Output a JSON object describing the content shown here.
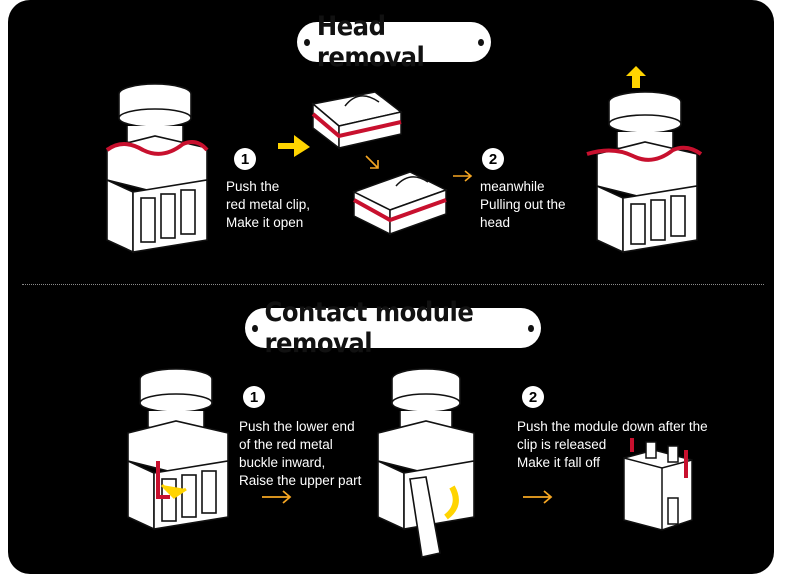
{
  "sections": {
    "head_removal": {
      "title": "Head removal",
      "step1": {
        "number": "1",
        "text": "Push the\nred metal clip,\nMake it open"
      },
      "step2": {
        "number": "2",
        "text": "meanwhile\nPulling out the\nhead"
      }
    },
    "contact_module_removal": {
      "title": "Contact module removal",
      "step1": {
        "number": "1",
        "text": "Push the lower end\nof the red metal\nbuckle inward,\nRaise the upper part"
      },
      "step2": {
        "number": "2",
        "text": "Push the module down after the\nclip is released\nMake it fall off"
      }
    }
  },
  "colors": {
    "background": "#000000",
    "accent_arrow": "#f5a623",
    "yellow_arrow": "#ffd400",
    "clip_red": "#c8102e"
  }
}
